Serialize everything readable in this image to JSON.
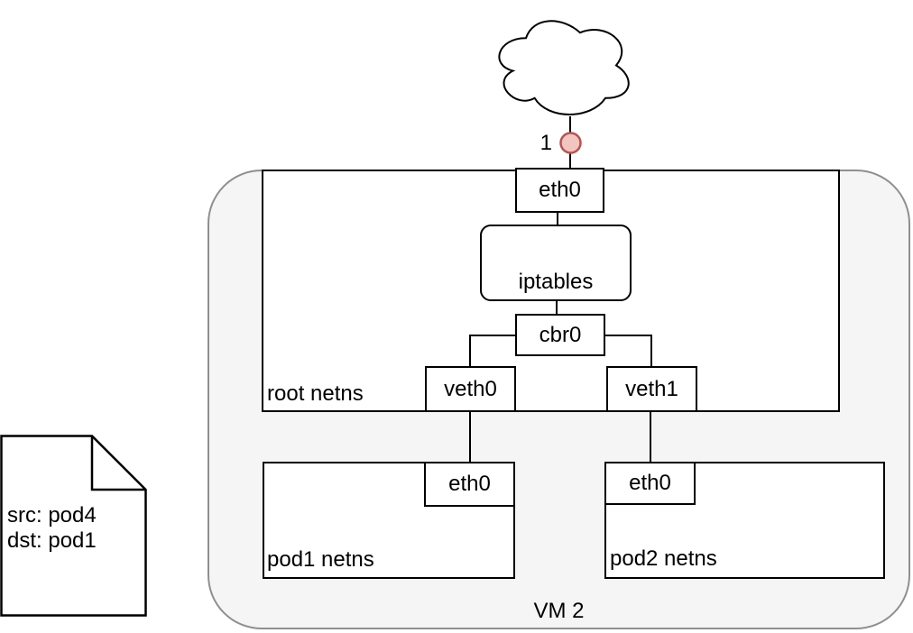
{
  "internet": {
    "hop_label": "1"
  },
  "vm": {
    "label": "VM 2"
  },
  "root_netns": {
    "label": "root netns",
    "eth0_label": "eth0",
    "iptables_label": "iptables",
    "cbr0_label": "cbr0",
    "veth0_label": "veth0",
    "veth1_label": "veth1"
  },
  "pod1": {
    "label": "pod1 netns",
    "eth0_label": "eth0"
  },
  "pod2": {
    "label": "pod2 netns",
    "eth0_label": "eth0"
  },
  "packet_note": {
    "line1": "src: pod4",
    "line2": "dst: pod1"
  },
  "icons": {
    "cloud": "internet-cloud-icon",
    "note": "packet-note-icon",
    "hop_marker": "hop-endpoint-icon"
  },
  "colors": {
    "hop_marker_fill": "#f2c5c1",
    "hop_marker_stroke": "#b85450",
    "vm_fill": "#f5f5f5",
    "vm_stroke": "#8f8f8f",
    "box_fill": "#ffffff",
    "box_stroke": "#000000"
  }
}
